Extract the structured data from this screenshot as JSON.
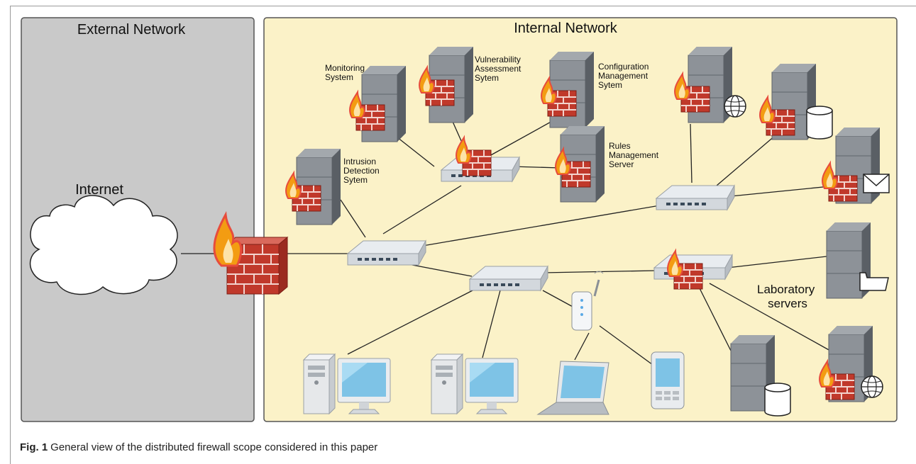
{
  "zones": {
    "external": {
      "title": "External Network",
      "cloud_label": "Internet"
    },
    "internal": {
      "title": "Internal Network"
    }
  },
  "labels": {
    "monitoring": [
      "Monitoring",
      "System"
    ],
    "vulnerability": [
      "Vulnerability",
      "Assessment",
      "Sytem"
    ],
    "configuration": [
      "Configuration",
      "Management",
      "Sytem"
    ],
    "rules": [
      "Rules",
      "Management",
      "Server"
    ],
    "intrusion": [
      "Intrusion",
      "Detection",
      "Sytem"
    ],
    "laboratory": [
      "Laboratory",
      "servers"
    ]
  },
  "caption": {
    "figure_number": "Fig. 1",
    "text": "General view of the distributed firewall scope considered in this paper"
  },
  "colors": {
    "external_bg": "#c9c9c9",
    "internal_bg": "#fbf2c8",
    "server_body": "#6f747a",
    "firewall_brick": "#c0392b",
    "flame": "#f39c12"
  }
}
